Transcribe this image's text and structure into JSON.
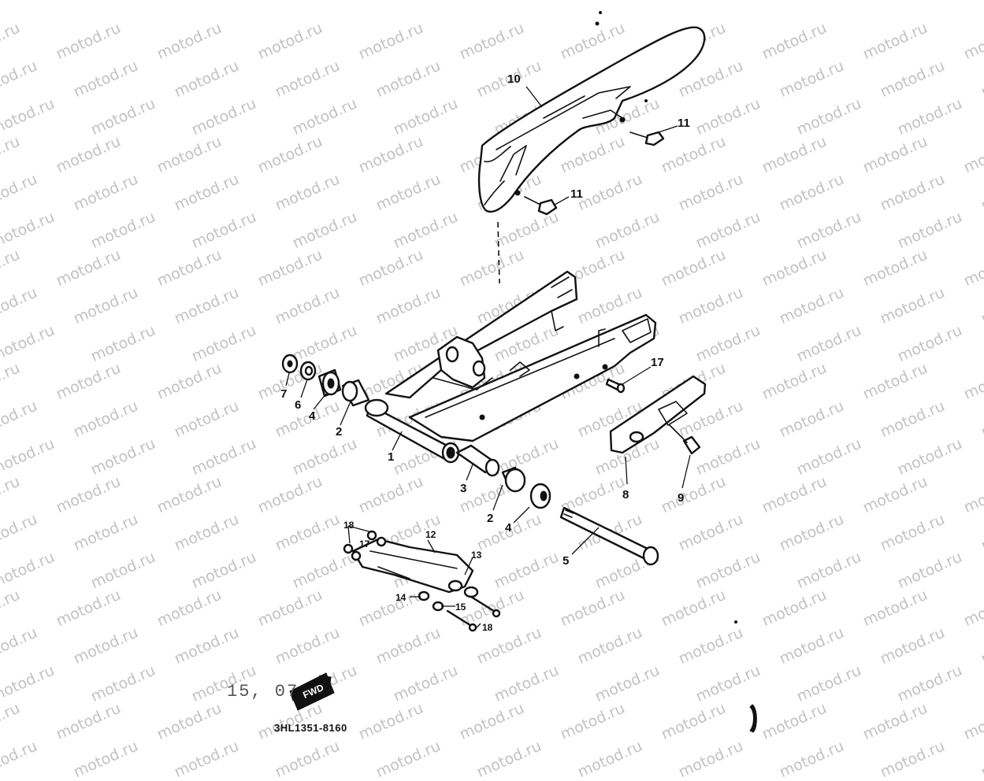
{
  "watermark": {
    "text": "motod.ru",
    "color": "#b8b8b8"
  },
  "drawing_code": "3HL1351-8160",
  "scan_mark": "15, 07",
  "fwd_label": "FWD",
  "callouts": [
    {
      "id": "c1",
      "text": "1"
    },
    {
      "id": "c2a",
      "text": "2"
    },
    {
      "id": "c2b",
      "text": "2"
    },
    {
      "id": "c3",
      "text": "3"
    },
    {
      "id": "c4a",
      "text": "4"
    },
    {
      "id": "c4b",
      "text": "4"
    },
    {
      "id": "c5",
      "text": "5"
    },
    {
      "id": "c6",
      "text": "6"
    },
    {
      "id": "c7",
      "text": "7"
    },
    {
      "id": "c8",
      "text": "8"
    },
    {
      "id": "c9",
      "text": "9"
    },
    {
      "id": "c10",
      "text": "10"
    },
    {
      "id": "c11a",
      "text": "11"
    },
    {
      "id": "c11b",
      "text": "11"
    },
    {
      "id": "c12",
      "text": "12"
    },
    {
      "id": "c13",
      "text": "13"
    },
    {
      "id": "c14",
      "text": "14"
    },
    {
      "id": "c15",
      "text": "15"
    },
    {
      "id": "c17a",
      "text": "17"
    },
    {
      "id": "c17b",
      "text": "17"
    },
    {
      "id": "c18a",
      "text": "18"
    },
    {
      "id": "c18b",
      "text": "18"
    }
  ]
}
